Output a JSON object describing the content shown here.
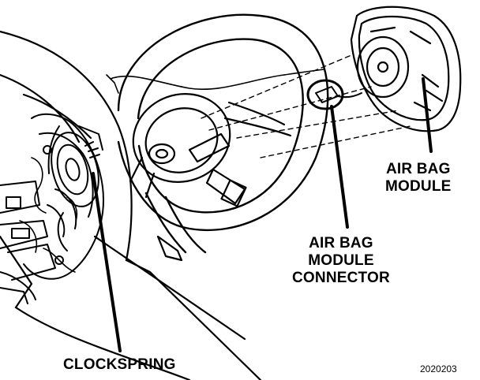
{
  "labels": {
    "clockspring": "CLOCKSPRING",
    "air_bag_module": [
      "AIR BAG",
      "MODULE"
    ],
    "air_bag_module_connector": [
      "AIR BAG",
      "MODULE",
      "CONNECTOR"
    ]
  },
  "figure_number": "2020203",
  "colors": {
    "ink": "#000000",
    "paper": "#ffffff"
  }
}
